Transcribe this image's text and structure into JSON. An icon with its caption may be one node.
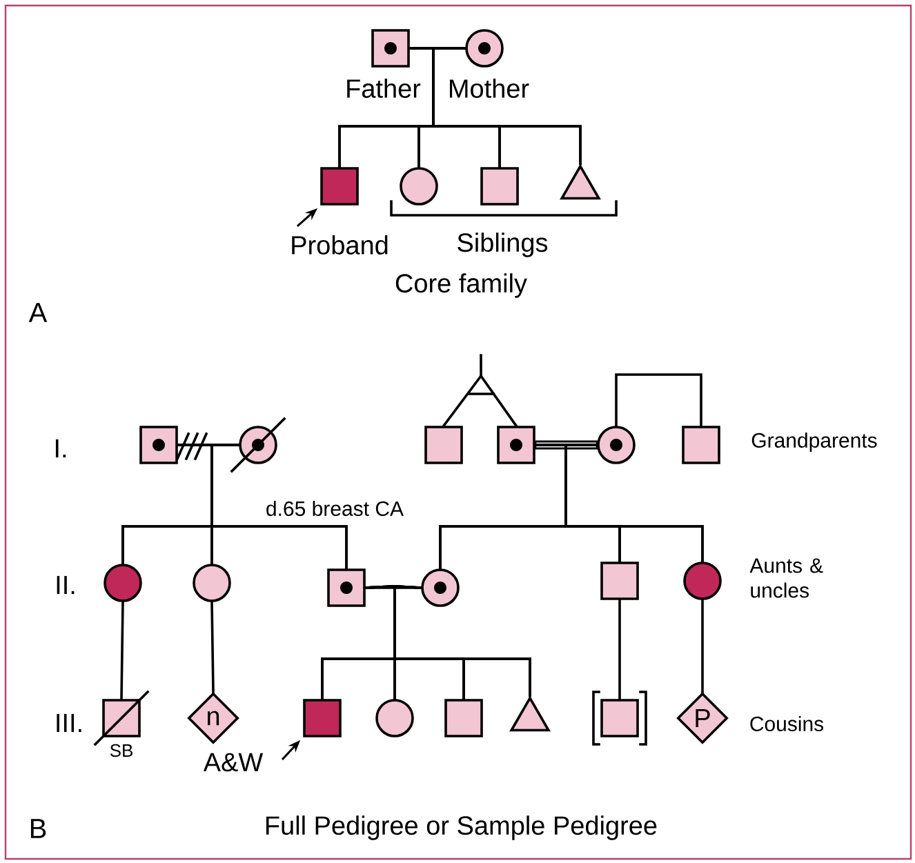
{
  "diagram": {
    "nodes": [
      {
        "text": [],
        "shape": "box",
        "beside": [
          "Father"
        ]
      },
      {
        "text": [],
        "shape": "circle",
        "beside": [
          "Mother"
        ]
      },
      {
        "text": [],
        "shape": "box",
        "beside": [
          "Proband"
        ]
      },
      {
        "text": [],
        "shape": "circle"
      },
      {
        "text": [],
        "shape": "box"
      },
      {
        "text": [],
        "shape": "triangle"
      },
      {
        "text": [],
        "shape": "box"
      },
      {
        "text": [],
        "shape": "circle"
      },
      {
        "text": [],
        "shape": "box"
      },
      {
        "text": [],
        "shape": "box"
      },
      {
        "text": [],
        "shape": "circle"
      },
      {
        "text": [],
        "shape": "box"
      },
      {
        "text": [],
        "shape": "circle"
      },
      {
        "text": [],
        "shape": "circle"
      },
      {
        "text": [],
        "shape": "box"
      },
      {
        "text": [],
        "shape": "circle"
      },
      {
        "text": [],
        "shape": "box"
      },
      {
        "text": [],
        "shape": "circle"
      },
      {
        "text": [],
        "shape": "box",
        "beside": [
          "SB"
        ]
      },
      {
        "text": [
          "n"
        ],
        "beside": [
          "A&W"
        ]
      },
      {
        "text": [],
        "shape": "box"
      },
      {
        "text": [],
        "shape": "circle"
      },
      {
        "text": [],
        "shape": "box"
      },
      {
        "text": [],
        "shape": "triangle"
      },
      {
        "text": [],
        "shape": "box"
      },
      {
        "text": [
          "P"
        ]
      }
    ],
    "edges": [
      {
        "from": 0,
        "to": 1,
        "arrow": "none"
      },
      {
        "from": 0,
        "to": 2,
        "arrow": "none"
      },
      {
        "from": 0,
        "to": 3,
        "arrow": "none"
      },
      {
        "from": 0,
        "to": 4,
        "arrow": "none"
      },
      {
        "from": 0,
        "to": 5,
        "arrow": "none"
      },
      {
        "from": 1,
        "to": 2,
        "arrow": "none"
      },
      {
        "from": 1,
        "to": 3,
        "arrow": "none"
      },
      {
        "from": 1,
        "to": 4,
        "arrow": "none"
      },
      {
        "from": 1,
        "to": 5,
        "arrow": "none"
      },
      {
        "from": null,
        "to": 2,
        "arrow": "to"
      },
      {
        "from": 6,
        "to": 7,
        "arrow": "none"
      },
      {
        "from": 6,
        "to": 12,
        "arrow": "none"
      },
      {
        "from": 6,
        "to": 13,
        "arrow": "none"
      },
      {
        "from": 6,
        "to": 14,
        "arrow": "none"
      },
      {
        "from": 7,
        "to": 12,
        "arrow": "none"
      },
      {
        "from": 7,
        "to": 13,
        "arrow": "none"
      },
      {
        "from": 7,
        "to": 14,
        "arrow": "none"
      },
      {
        "from": 8,
        "to": 9,
        "arrow": "none"
      },
      {
        "from": 9,
        "to": 10,
        "arrow": "none"
      },
      {
        "from": 10,
        "to": 11,
        "arrow": "none"
      },
      {
        "from": 9,
        "to": 15,
        "arrow": "none"
      },
      {
        "from": 9,
        "to": 16,
        "arrow": "none"
      },
      {
        "from": 9,
        "to": 17,
        "arrow": "none"
      },
      {
        "from": 10,
        "to": 15,
        "arrow": "none"
      },
      {
        "from": 10,
        "to": 16,
        "arrow": "none"
      },
      {
        "from": 10,
        "to": 17,
        "arrow": "none"
      },
      {
        "from": 12,
        "to": 18,
        "arrow": "none"
      },
      {
        "from": 13,
        "to": 19,
        "arrow": "none"
      },
      {
        "from": 14,
        "to": 15,
        "arrow": "none"
      },
      {
        "from": 14,
        "to": 20,
        "arrow": "none"
      },
      {
        "from": 14,
        "to": 21,
        "arrow": "none"
      },
      {
        "from": 14,
        "to": 22,
        "arrow": "none"
      },
      {
        "from": 14,
        "to": 23,
        "arrow": "none"
      },
      {
        "from": 15,
        "to": 20,
        "arrow": "none"
      },
      {
        "from": 15,
        "to": 21,
        "arrow": "none"
      },
      {
        "from": 15,
        "to": 22,
        "arrow": "none"
      },
      {
        "from": 15,
        "to": 23,
        "arrow": "none"
      },
      {
        "from": 16,
        "to": 24,
        "arrow": "none"
      },
      {
        "from": 17,
        "to": 25,
        "arrow": "none"
      },
      {
        "from": null,
        "to": 20,
        "arrow": "to"
      }
    ],
    "labels": [
      "Siblings",
      "Core family",
      "A",
      "Grandparents",
      "I.",
      "d.65 breast CA",
      "II.",
      "Aunts & uncles",
      "III.",
      "Cousins",
      "B",
      "Full Pedigree or Sample Pedigree"
    ]
  }
}
